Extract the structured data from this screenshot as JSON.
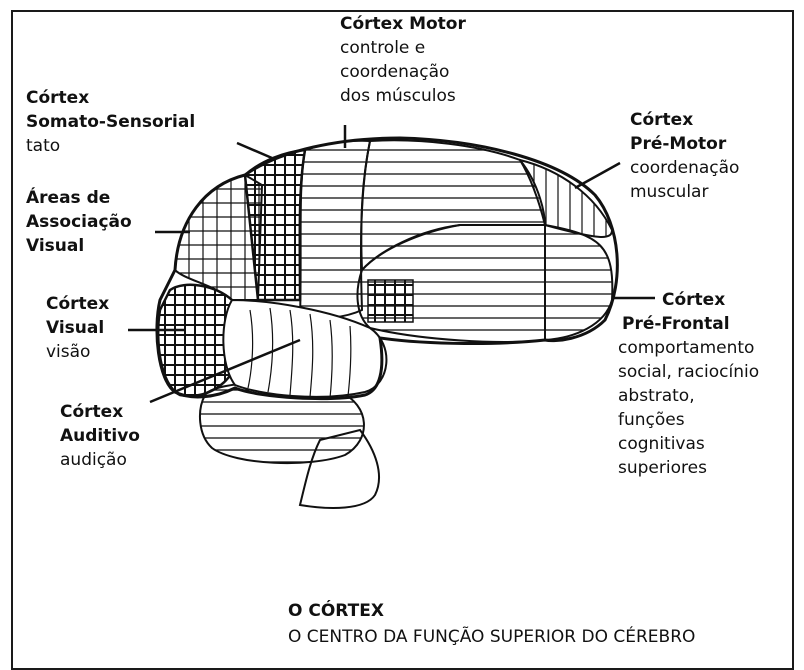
{
  "labels": {
    "motor": {
      "title": "Córtex Motor",
      "desc": [
        "controle e",
        "coordenação",
        "dos músculos"
      ]
    },
    "somato": {
      "title": [
        "Córtex",
        "Somato-Sensorial"
      ],
      "desc": [
        "tato"
      ]
    },
    "premotor": {
      "title": [
        "Córtex",
        "Pré-Motor"
      ],
      "desc": [
        "coordenação",
        "muscular"
      ]
    },
    "assoc_visual": {
      "title": [
        "Áreas de",
        "Associação",
        "Visual"
      ]
    },
    "visual": {
      "title": [
        "Córtex",
        "Visual"
      ],
      "desc": [
        "visão"
      ]
    },
    "prefrontal": {
      "title": [
        "Córtex",
        "Pré-Frontal"
      ],
      "desc": [
        "comportamento",
        "social, raciocínio",
        "abstrato,",
        "funções",
        "cognitivas",
        "superiores"
      ]
    },
    "auditivo": {
      "title": [
        "Córtex",
        "Auditivo"
      ],
      "desc": [
        "audição"
      ]
    }
  },
  "caption": {
    "title": "O CÓRTEX",
    "subtitle": "O CENTRO DA FUNÇÃO SUPERIOR DO CÉREBRO"
  },
  "colors": {
    "ink": "#111111",
    "background": "#ffffff"
  }
}
